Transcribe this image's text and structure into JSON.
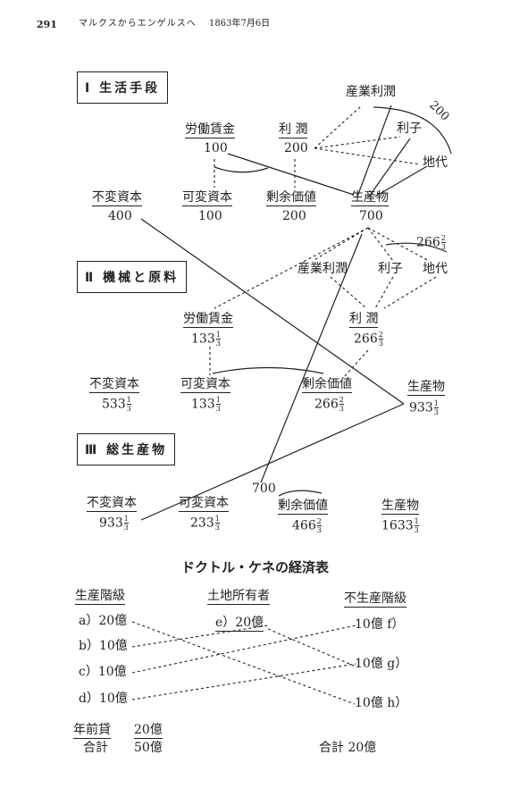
{
  "header": {
    "page": "291",
    "title": "マルクスからエンゲルスへ",
    "date": "1863年7月6日"
  },
  "sections": {
    "s1": "Ⅰ 生活手段",
    "s2": "Ⅱ 機械と原料",
    "s3": "Ⅲ 総生産物"
  },
  "terms": {
    "labor_wage": "労働賃金",
    "profit": "利 潤",
    "constant_capital": "不変資本",
    "variable_capital": "可変資本",
    "surplus_value": "剰余価値",
    "product": "生産物",
    "industrial_profit": "産業利潤",
    "interest": "利子",
    "rent": "地代"
  },
  "s1": {
    "wage": "100",
    "profit": "200",
    "constant": "400",
    "variable": "100",
    "surplus": "200",
    "product": "700",
    "arc": "200"
  },
  "s2": {
    "wage": "133",
    "profit": "266",
    "constant": "533",
    "variable": "133",
    "surplus": "266",
    "product": "933",
    "arc": "266"
  },
  "s3": {
    "constant": "933",
    "variable": "233",
    "surplus": "466",
    "product": "1633",
    "cross": "700"
  },
  "fractions": {
    "third_n": "1",
    "third_d": "3",
    "two_thirds_n": "2",
    "two_thirds_d": "3"
  },
  "quesnay": {
    "title": "ドクトル・ケネの経済表",
    "col_productive": "生産階級",
    "col_landowner": "土地所有者",
    "col_sterile": "不生産階級",
    "left": [
      "a）20億",
      "b）10億",
      "c）10億",
      "d）10億"
    ],
    "middle": "e）20億",
    "right": [
      "10億 f）",
      "10億 g）",
      "10億 h）"
    ],
    "advance_label": "年前貸",
    "advance_value": "20億",
    "total_label": "合計",
    "total_left": "50億",
    "total_right": "合計 20億"
  }
}
